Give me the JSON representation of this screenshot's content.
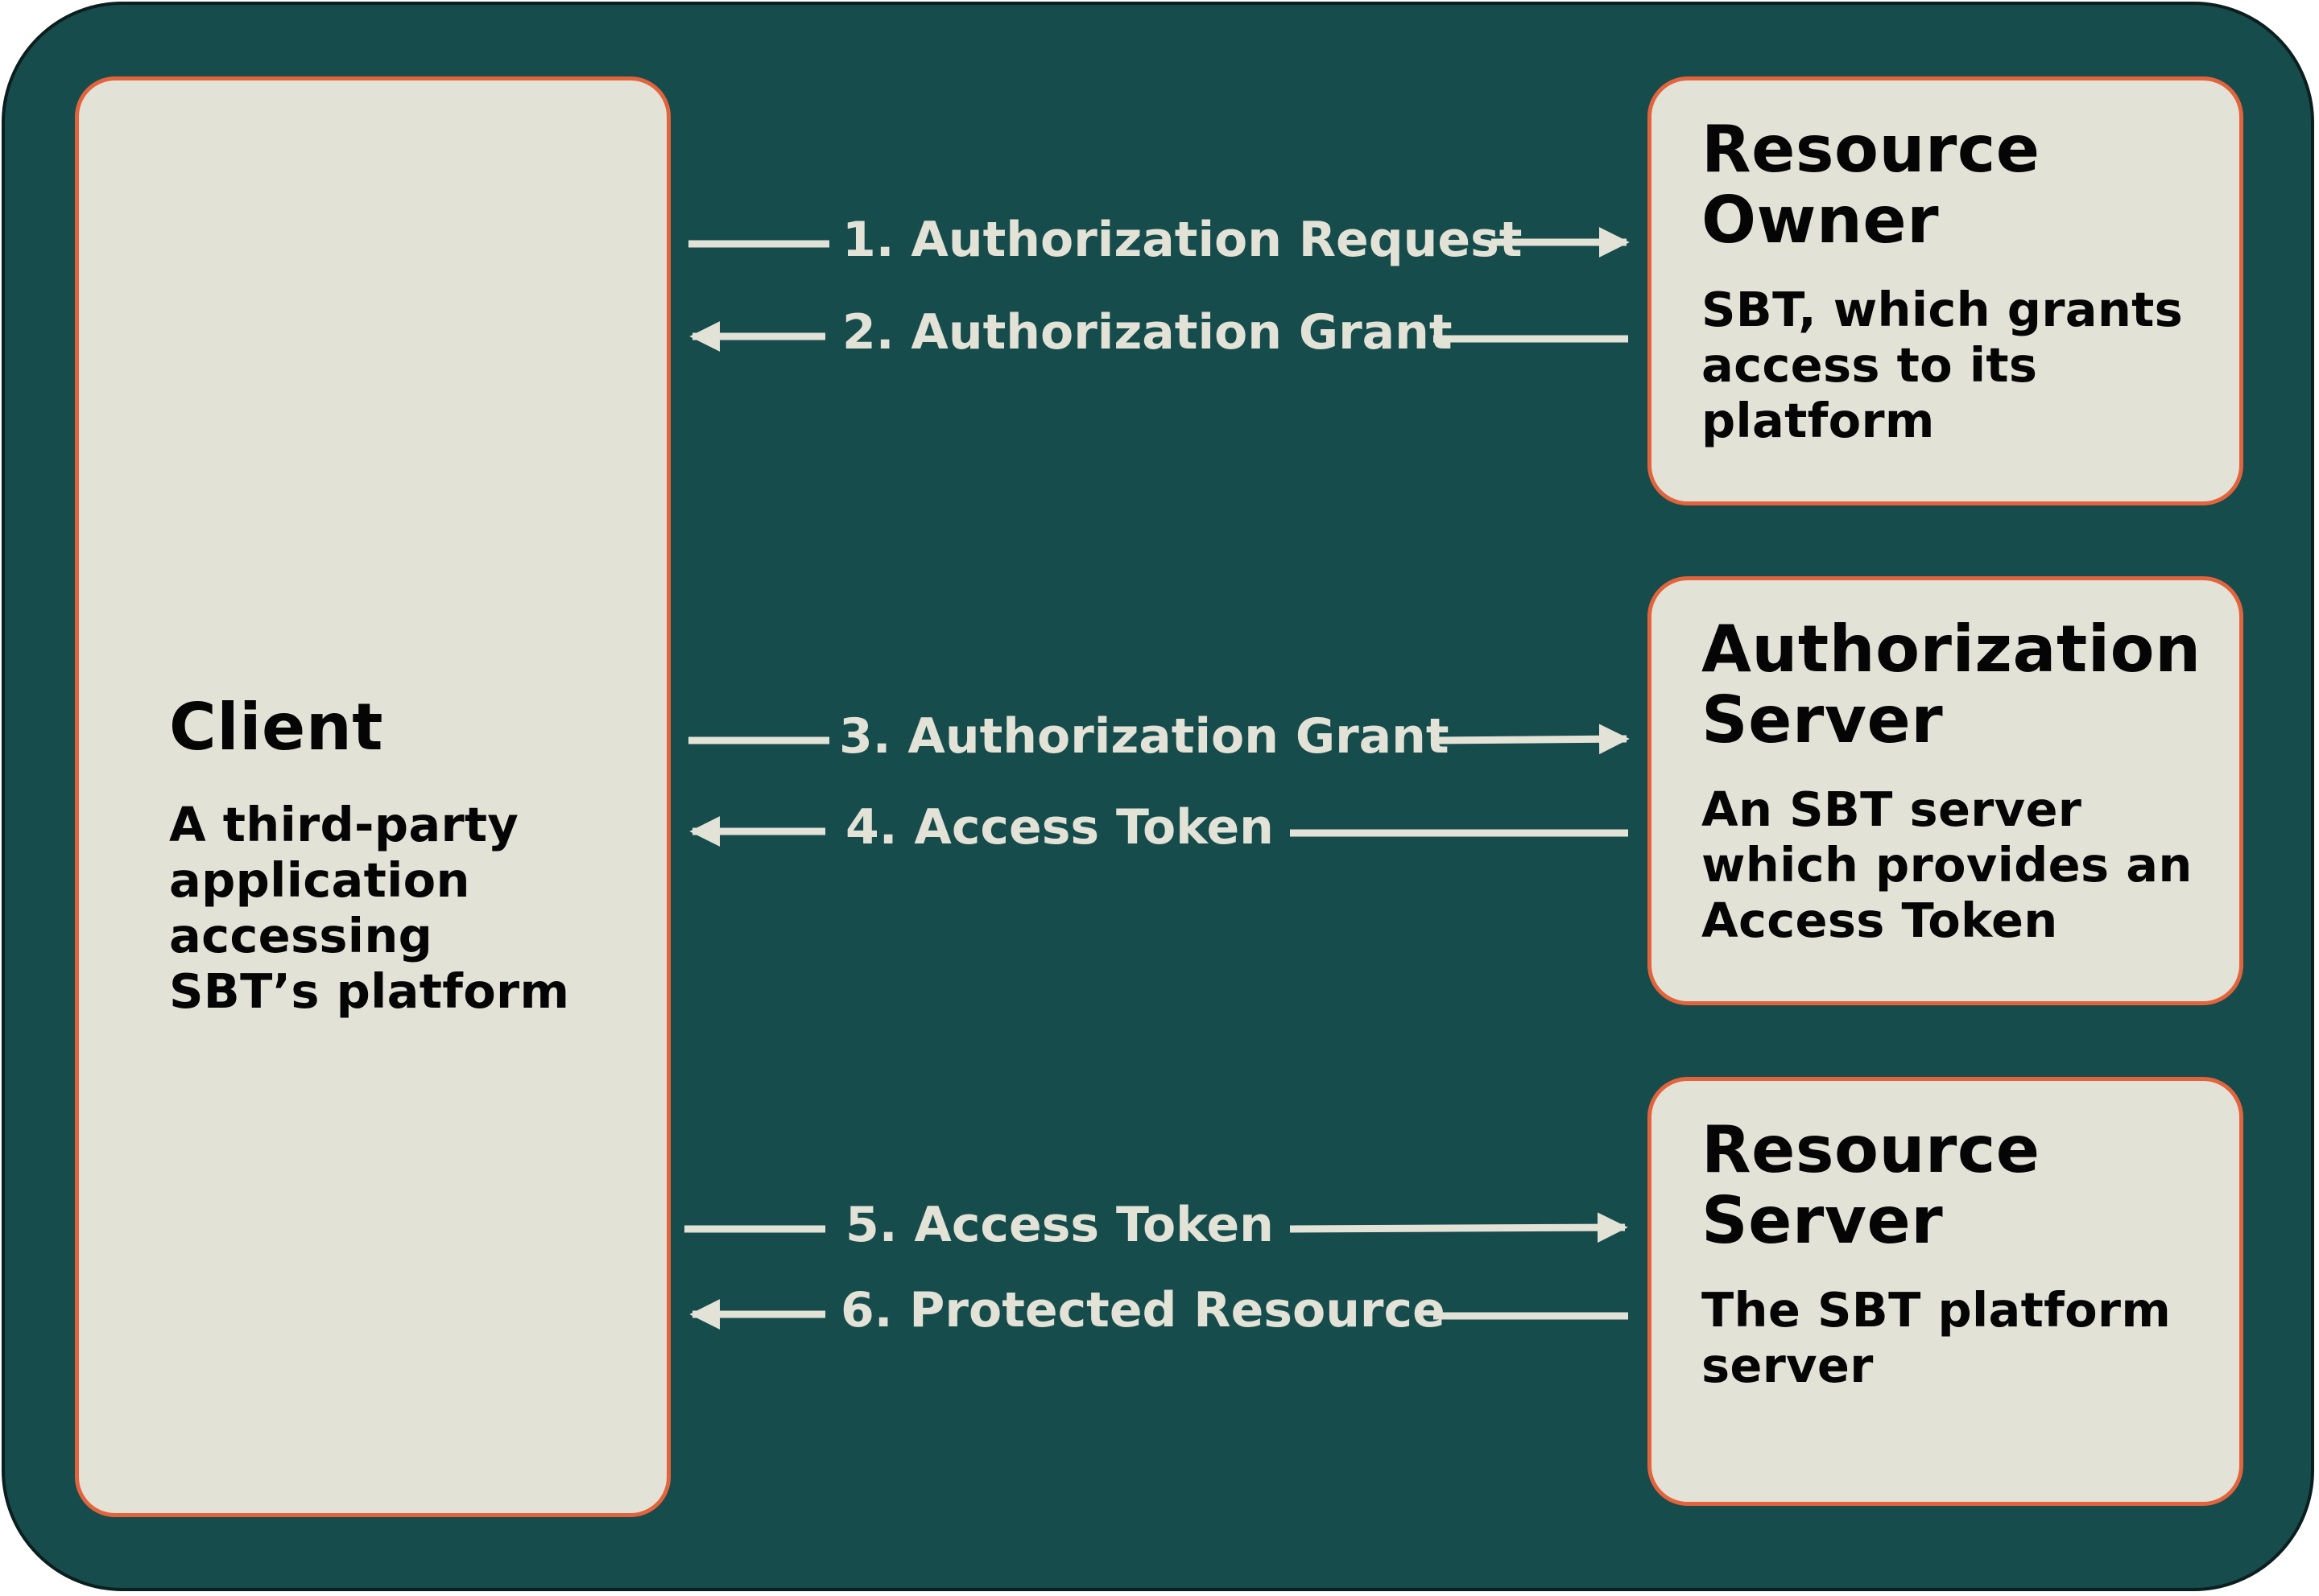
{
  "client": {
    "title": "Client",
    "description": "A third-party\napplication\naccessing\nSBT’s platform"
  },
  "resource_owner": {
    "title": "Resource\nOwner",
    "description": "SBT, which grants\naccess to its\nplatform"
  },
  "authorization_server": {
    "title": "Authorization\nServer",
    "description": "An SBT server\nwhich provides an\nAccess Token"
  },
  "resource_server": {
    "title": "Resource\nServer",
    "description": "The SBT platform\nserver"
  },
  "flows": [
    {
      "label": "1. Authorization Request",
      "direction": "right"
    },
    {
      "label": "2. Authorization Grant",
      "direction": "left"
    },
    {
      "label": "3. Authorization Grant",
      "direction": "right"
    },
    {
      "label": "4. Access Token",
      "direction": "left"
    },
    {
      "label": "5. Access Token",
      "direction": "right"
    },
    {
      "label": "6. Protected Resource",
      "direction": "left"
    }
  ],
  "colors": {
    "background": "#174c4c",
    "box_fill": "#e2e2d7",
    "box_border": "#e3643c",
    "arrow": "#e2e2d7",
    "text": "#050505"
  }
}
